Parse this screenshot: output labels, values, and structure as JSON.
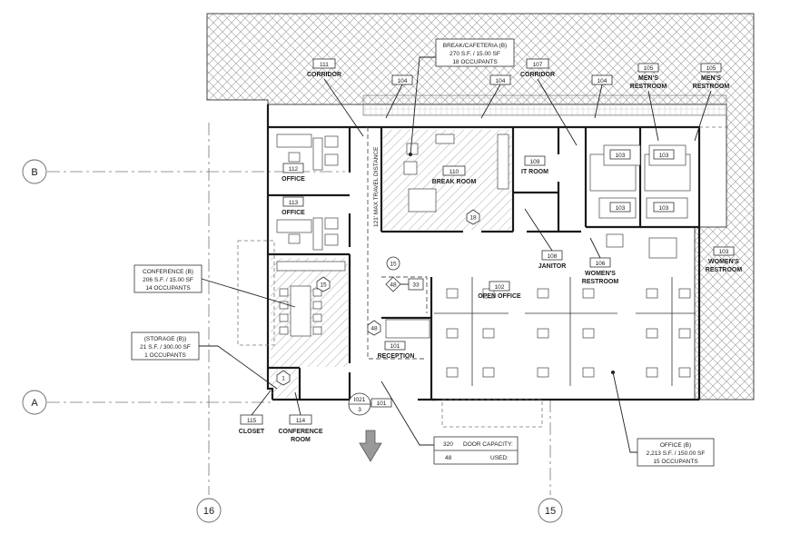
{
  "grid": {
    "b": "B",
    "a": "A",
    "c16": "16",
    "c15": "15"
  },
  "rooms": {
    "r111": {
      "num": "111",
      "name": "CORRIDOR"
    },
    "r107": {
      "num": "107",
      "name": "CORRIDOR"
    },
    "r105a": {
      "num": "105",
      "name": "MEN'S",
      "name2": "RESTROOM"
    },
    "r105b": {
      "num": "105",
      "name": "MEN'S",
      "name2": "RESTROOM"
    },
    "r104a": {
      "num": "104"
    },
    "r104b": {
      "num": "104"
    },
    "r104c": {
      "num": "104"
    },
    "r112": {
      "num": "112",
      "name": "OFFICE"
    },
    "r113": {
      "num": "113",
      "name": "OFFICE"
    },
    "r110": {
      "num": "110",
      "name": "BREAK ROOM"
    },
    "r109": {
      "num": "109",
      "name": "IT ROOM"
    },
    "r108": {
      "num": "108",
      "name": "JANITOR"
    },
    "r106": {
      "num": "106",
      "name": "WOMEN'S",
      "name2": "RESTROOM"
    },
    "r103": {
      "num": "103",
      "name": "WOMEN'S",
      "name2": "RESTROOM"
    },
    "r102": {
      "num": "102",
      "name": "OPEN OFFICE"
    },
    "r101": {
      "num": "101",
      "name": "RECEPTION"
    },
    "r115": {
      "num": "115",
      "name": "CLOSET"
    },
    "r114": {
      "num": "114",
      "name": "CONFERENCE",
      "name2": "ROOM"
    },
    "fixtures": {
      "f1": "103",
      "f2": "103",
      "f3": "103",
      "f4": "103"
    }
  },
  "callouts": {
    "break": {
      "l1": "BREAK/CAFETERIA (B)",
      "l2": "270 S.F. /  15.00 SF",
      "l3": "18 OCCUPANTS"
    },
    "conference": {
      "l1": "CONFERENCE (B)",
      "l2": "206 S.F. /  15.00 SF",
      "l3": "14 OCCUPANTS"
    },
    "storage": {
      "l1": "(STORAGE (B))",
      "l2": "21 S.F. /  300.00 SF",
      "l3": "1 OCCUPANTS"
    },
    "office": {
      "l1": "OFFICE (B)",
      "l2": "2,213 S.F. /  150.00 SF",
      "l3": "15 OCCUPANTS"
    }
  },
  "occupancy": {
    "o15": "15",
    "o48": "48",
    "o33": "33",
    "o15b": "15",
    "o48b": "48",
    "o18": "18",
    "o1": "1",
    "o3": "3",
    "o101": "101"
  },
  "exit": {
    "id": "I021",
    "num": "3"
  },
  "travel": "121' MAX TRAVEL DISTANCE",
  "door": {
    "capacity_val": "320",
    "capacity_label": "DOOR CAPACITY:",
    "used_val": "48",
    "used_label": "USED:"
  }
}
